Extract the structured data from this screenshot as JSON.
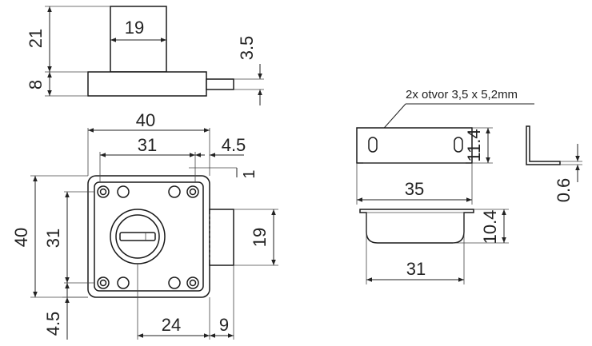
{
  "drawing": {
    "colors": {
      "line": "#1a1a1a",
      "text": "#222222",
      "background": "#ffffff"
    },
    "top_view": {
      "dim_21": "21",
      "dim_19": "19",
      "dim_8": "8",
      "dim_3_5": "3.5"
    },
    "front_view": {
      "dim_40_width": "40",
      "dim_31_width": "31",
      "dim_4_5_right": "4.5",
      "dim_1": "1",
      "dim_40_height": "40",
      "dim_31_height": "31",
      "dim_19_bolt": "19",
      "dim_4_5_bottom": "4.5",
      "dim_24": "24",
      "dim_9": "9"
    },
    "strike_plate": {
      "note": "2x otvor 3,5 x 5,2mm",
      "dim_11_4": "11.4",
      "dim_35": "35",
      "dim_0_6": "0.6",
      "dim_10_4": "10.4",
      "dim_31": "31"
    }
  }
}
